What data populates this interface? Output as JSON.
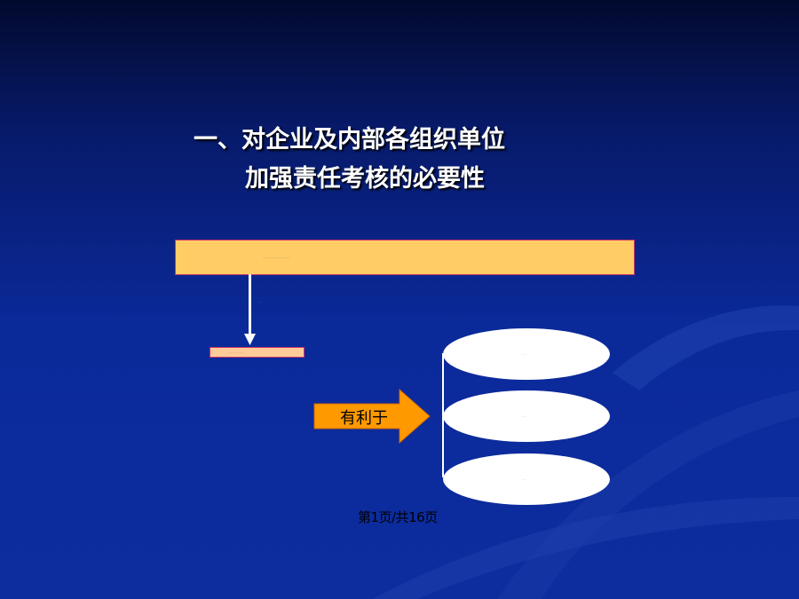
{
  "slide": {
    "title_line1": "一、对企业及内部各组织单位",
    "title_line2": "加强责任考核的必要性",
    "top_box_text": "…………………………",
    "arrow_note": "…",
    "small_box_text": "………………",
    "arrow_label": "有利于",
    "benefits": [
      "……",
      "……",
      "……"
    ],
    "footer": "第1页/共16页"
  },
  "colors": {
    "background_top": "#020a2e",
    "background_bottom": "#0d2c9e",
    "top_box_fill": "#ffcc66",
    "small_box_fill": "#ffcc99",
    "box_border": "#cc3366",
    "arrow_fill": "#ff9900",
    "title_text": "#ffffff"
  }
}
